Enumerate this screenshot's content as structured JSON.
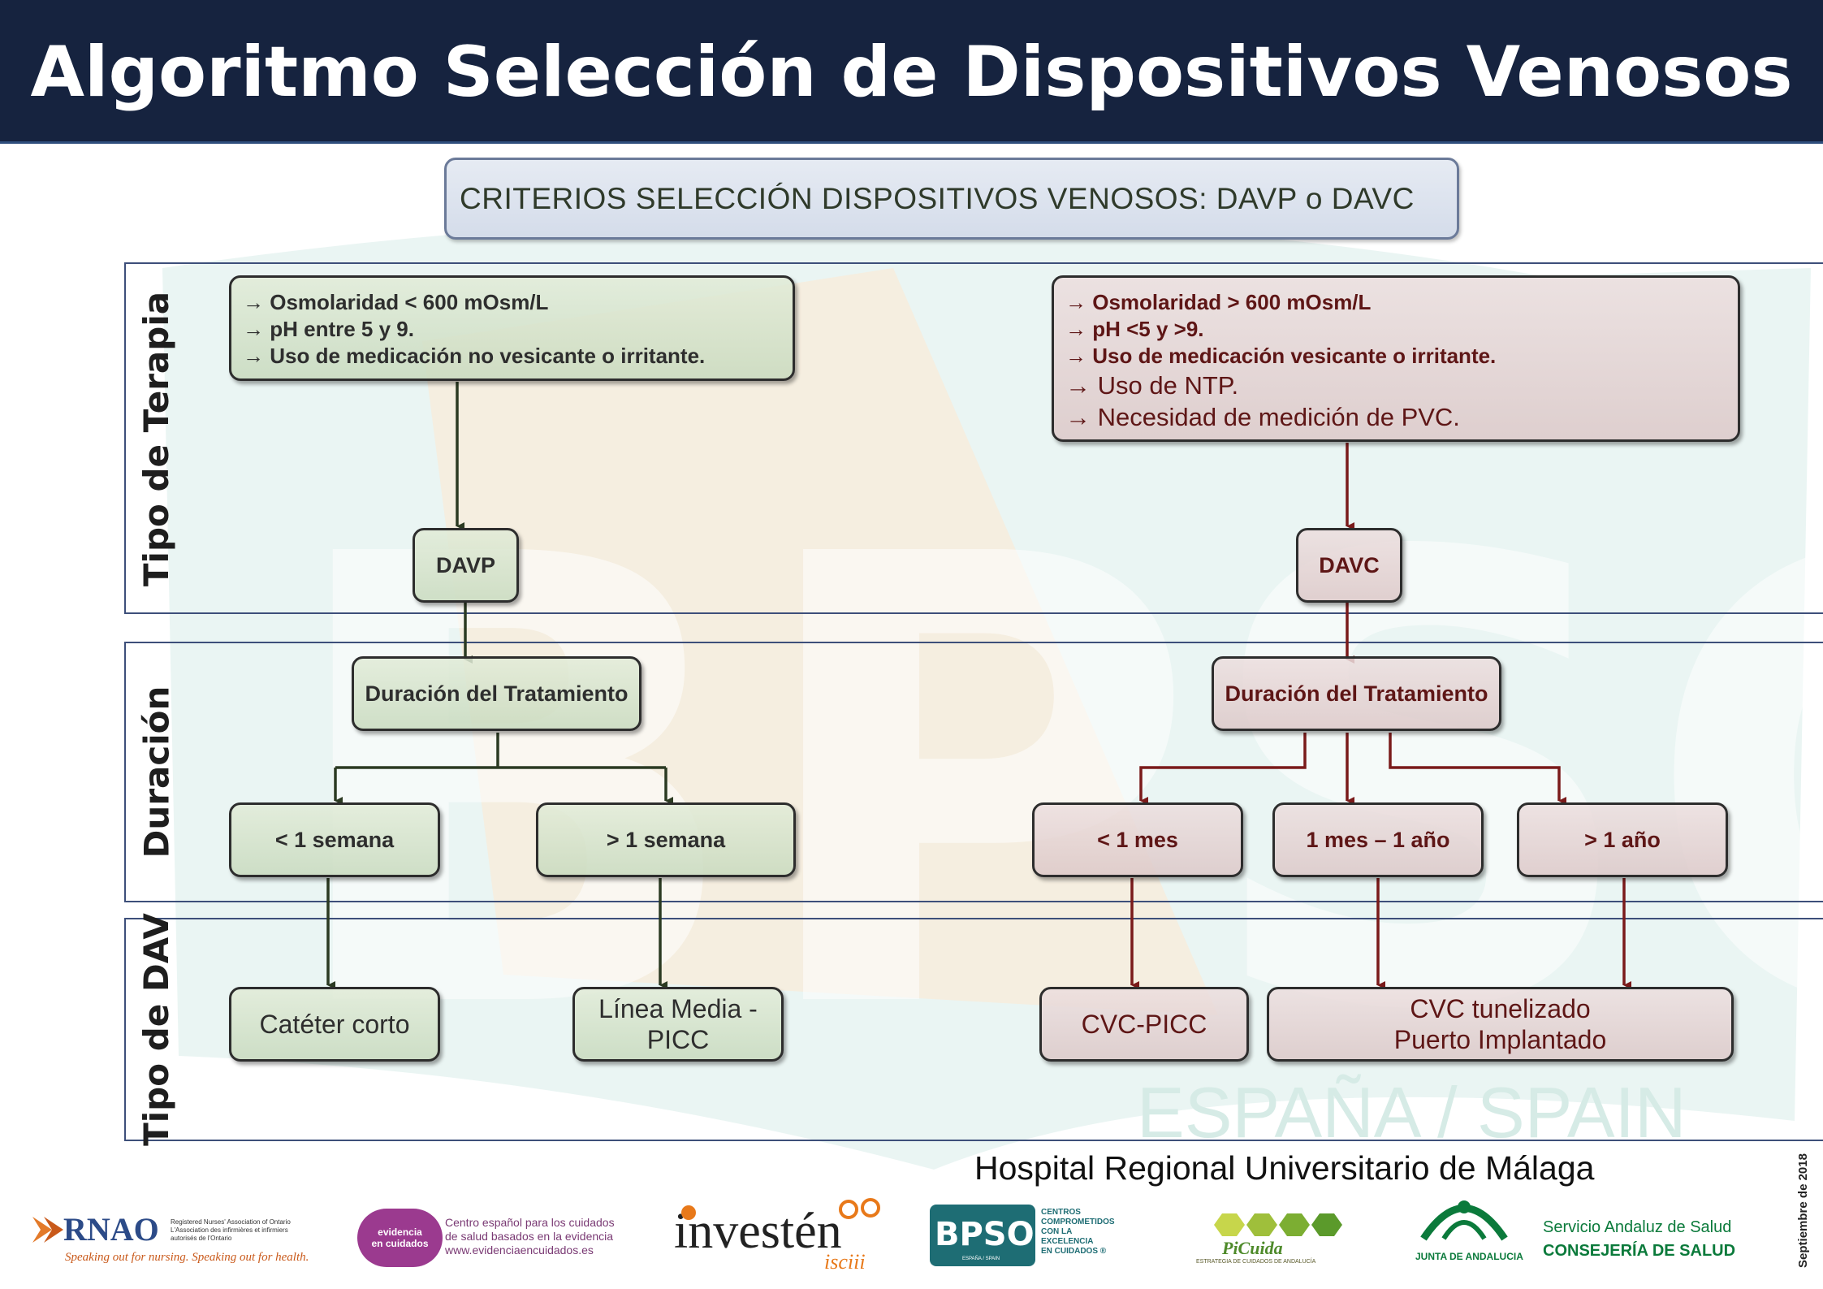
{
  "title": "Algoritmo Selección de Dispositivos Venosos",
  "criteria_header": "CRITERIOS SELECCIÓN DISPOSITIVOS VENOSOS: DAVP o DAVC",
  "watermark": {
    "text": "BPSO",
    "subtext": "ESPAÑA / SPAIN"
  },
  "sections": {
    "therapy": "Tipo de Terapia",
    "duration": "Duración",
    "dav": "Tipo de DAV"
  },
  "left": {
    "criteria": [
      "→ Osmolaridad < 600 mOsm/L",
      "→ pH entre 5 y 9.",
      "→ Uso de medicación no vesicante o irritante."
    ],
    "device": "DAVP",
    "duration_title": "Duración del Tratamiento",
    "durations": [
      "< 1 semana",
      "> 1 semana"
    ],
    "outcomes": [
      "Catéter corto",
      "Línea Media -",
      "PICC"
    ]
  },
  "right": {
    "criteria": [
      "→ Osmolaridad > 600 mOsm/L",
      "→ pH <5 y >9.",
      "→ Uso de medicación vesicante o irritante.",
      "→ Uso de NTP.",
      "→ Necesidad de medición de PVC."
    ],
    "device": "DAVC",
    "duration_title": "Duración del Tratamiento",
    "durations": [
      "< 1 mes",
      "1 mes – 1 año",
      "> 1 año"
    ],
    "outcomes": [
      "CVC-PICC",
      "CVC tunelizado",
      "Puerto Implantado"
    ]
  },
  "footer": {
    "hospital": "Hospital Regional Universitario de Málaga",
    "date": "Septiembre de 2018",
    "logos": {
      "rnao": {
        "name": "RNAO",
        "desc": [
          "Registered Nurses' Association of Ontario",
          "L'Association des infirmières et infirmiers",
          "autorisés de l'Ontario"
        ],
        "tagline": "Speaking out for nursing. Speaking out for health."
      },
      "evidencia": {
        "badge": [
          "evidencia",
          "en cuidados"
        ],
        "desc": [
          "Centro español para los cuidados",
          "de salud basados en la evidencia",
          "www.evidenciaencuidados.es"
        ]
      },
      "investen": {
        "name": "investén",
        "sub": "isciii"
      },
      "bpso": {
        "name": "BPSO",
        "desc": [
          "CENTROS",
          "COMPROMETIDOS",
          "CON LA",
          "EXCELENCIA",
          "EN CUIDADOS ®"
        ],
        "small": "ESPAÑA / SPAIN"
      },
      "picuida": {
        "name": "PiCuida",
        "desc": "ESTRATEGIA DE CUIDADOS DE ANDALUCÍA"
      },
      "junta": {
        "name": "JUNTA DE ANDALUCIA"
      },
      "sas": {
        "lines": [
          "Servicio Andaluz de Salud",
          "CONSEJERÍA DE SALUD"
        ]
      }
    }
  },
  "colors": {
    "header": "#16233f",
    "green_arrow": "#2b3a22",
    "red_arrow": "#7a1a1a",
    "band_border": "#3d4f7a"
  }
}
